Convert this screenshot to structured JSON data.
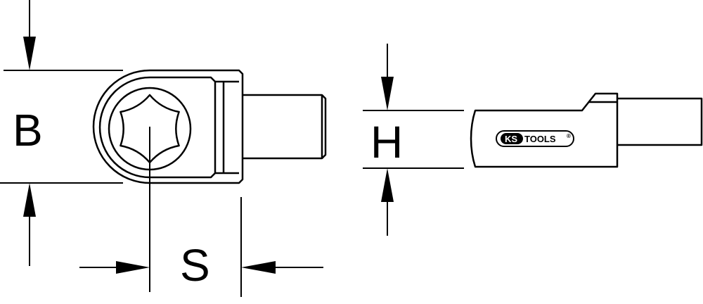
{
  "dimensions": {
    "b_label": "B",
    "h_label": "H",
    "s_label": "S"
  },
  "logo": {
    "brand_left": "KS",
    "brand_right": "TOOLS",
    "registered": "®"
  },
  "colors": {
    "line": "#000000",
    "background": "#ffffff",
    "logo_fill": "#000000"
  }
}
